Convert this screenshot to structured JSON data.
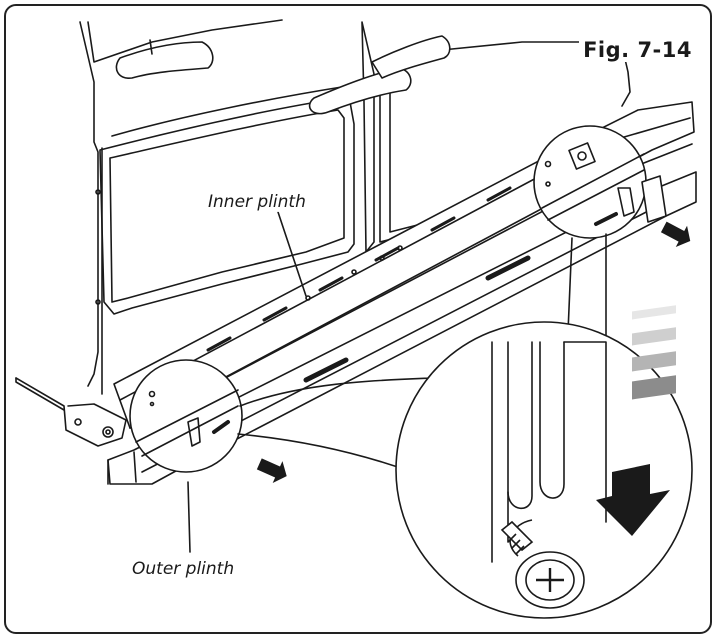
{
  "figure": {
    "label": "Fig. 7-14"
  },
  "callouts": {
    "inner_plinth": "Inner plinth",
    "outer_plinth": "Outer plinth"
  },
  "colors": {
    "outline": "#1a1a1a",
    "arrow_fill": "#1a1a1a",
    "gradient_steps": [
      "#e6e6e6",
      "#cfcfcf",
      "#b4b4b4",
      "#8c8c8c"
    ]
  },
  "icons": {
    "direction_arrows": "push-arrow-icon",
    "screw": "phillips-screw-icon",
    "slide_arrow": "down-arrow-icon"
  }
}
